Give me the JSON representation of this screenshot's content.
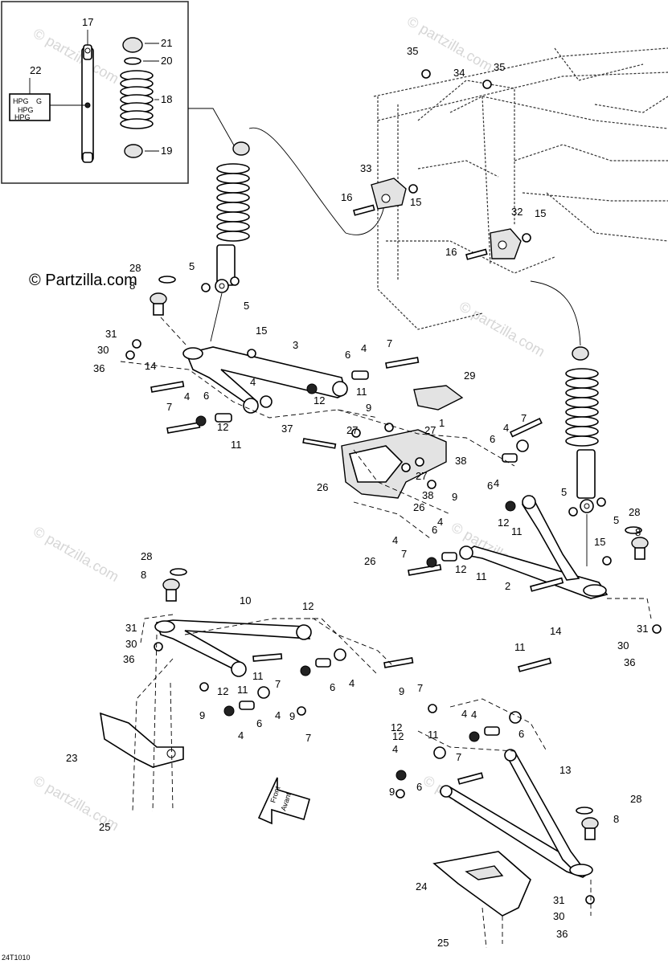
{
  "diagram": {
    "watermark": "© partzilla.com",
    "copyright": "© Partzilla.com",
    "figure_code": "24T1010",
    "front_label": "Front",
    "front_label_fr": "Avant",
    "inset_label_g": "G",
    "inset_label_hpg": "HPG",
    "callouts": [
      "17",
      "21",
      "20",
      "22",
      "18",
      "19",
      "35",
      "34",
      "35",
      "33",
      "16",
      "15",
      "32",
      "15",
      "16",
      "28",
      "8",
      "5",
      "5",
      "31",
      "30",
      "36",
      "14",
      "15",
      "3",
      "6",
      "4",
      "7",
      "4",
      "12",
      "11",
      "6",
      "4",
      "7",
      "12",
      "11",
      "37",
      "27",
      "9",
      "27",
      "29",
      "1",
      "27",
      "38",
      "26",
      "38",
      "9",
      "26",
      "6",
      "4",
      "7",
      "6",
      "4",
      "12",
      "11",
      "5",
      "5",
      "28",
      "8",
      "26",
      "4",
      "6",
      "7",
      "4",
      "12",
      "11",
      "15",
      "2",
      "14",
      "31",
      "30",
      "36",
      "28",
      "8",
      "10",
      "12",
      "31",
      "30",
      "36",
      "11",
      "7",
      "6",
      "4",
      "12",
      "11",
      "9",
      "6",
      "4",
      "4",
      "9",
      "7",
      "9",
      "7",
      "12",
      "11",
      "4",
      "6",
      "12",
      "11",
      "4",
      "4",
      "6",
      "7",
      "9",
      "13",
      "28",
      "8",
      "23",
      "25",
      "24",
      "31",
      "30",
      "36",
      "25"
    ]
  }
}
